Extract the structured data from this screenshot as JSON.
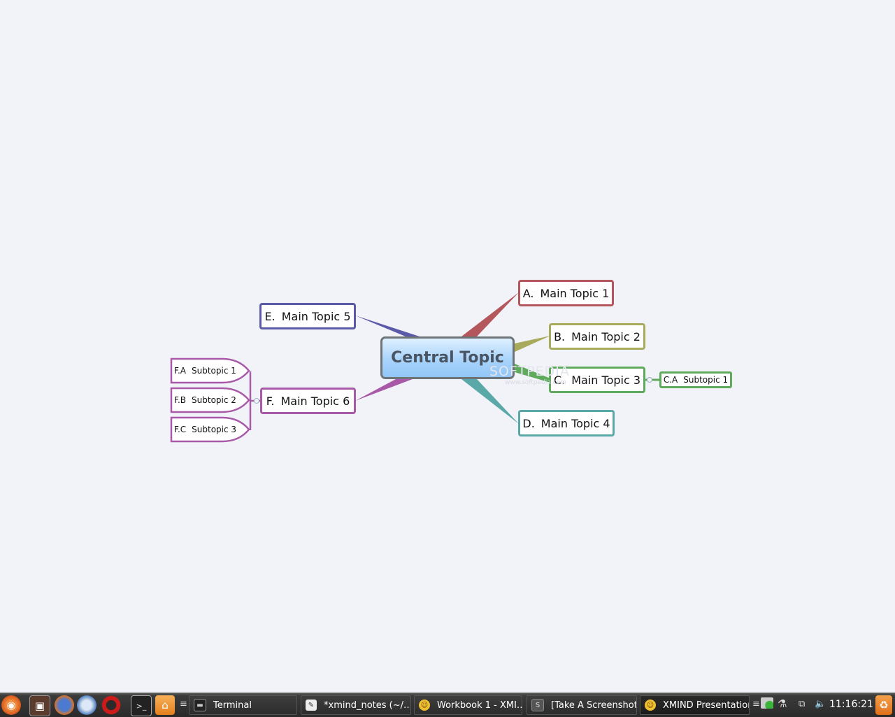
{
  "mindmap": {
    "central": "Central Topic",
    "topics": [
      {
        "num": "A.",
        "label": "Main Topic 1",
        "color": "#b4575c"
      },
      {
        "num": "B.",
        "label": "Main Topic 2",
        "color": "#a8aa5c"
      },
      {
        "num": "C.",
        "label": "Main Topic 3",
        "color": "#5faa5c"
      },
      {
        "num": "D.",
        "label": "Main Topic 4",
        "color": "#5aa8a8"
      },
      {
        "num": "E.",
        "label": "Main Topic 5",
        "color": "#5a5aa8"
      },
      {
        "num": "F.",
        "label": "Main Topic 6",
        "color": "#a85aa8"
      }
    ],
    "c_subtopic": {
      "num": "C.A",
      "label": "Subtopic 1"
    },
    "f_subtopics": [
      {
        "num": "F.A",
        "label": "Subtopic 1"
      },
      {
        "num": "F.B",
        "label": "Subtopic 2"
      },
      {
        "num": "F.C",
        "label": "Subtopic 3"
      }
    ],
    "watermark": "SOFTPEDIA",
    "watermark_url": "www.softpedia.com"
  },
  "taskbar": {
    "quick_launch": [
      "ubuntu-menu-icon",
      "desktop-icon",
      "firefox-icon",
      "thunderbird-icon",
      "opera-icon",
      "terminal-icon",
      "home-folder-icon"
    ],
    "tasks": [
      {
        "label": "Terminal",
        "icon": "terminal-icon"
      },
      {
        "label": "*xmind_notes (~/…",
        "icon": "text-editor-icon"
      },
      {
        "label": "Workbook 1 - XMI…",
        "icon": "xmind-icon"
      },
      {
        "label": "[Take A Screenshot]",
        "icon": "screenshot-icon"
      },
      {
        "label": "XMIND Presentation",
        "icon": "xmind-icon"
      }
    ],
    "clock": "11:16:21"
  }
}
